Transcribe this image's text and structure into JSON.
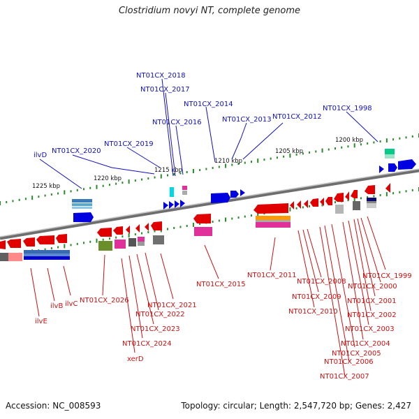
{
  "title": "Clostridium novyi NT, complete genome",
  "footer": {
    "accession": "Accession: NC_008593",
    "summary": "Topology: circular; Length: 2,547,720 bp; Genes: 2,427"
  },
  "colors": {
    "plus_label": "#1010c0",
    "minus_label": "#cc1010",
    "backbone": "#7a7a7a",
    "tick": "#2a8a2a"
  },
  "kbp_labels": [
    "1225 kbp",
    "1220 kbp",
    "1215 kbp",
    "1210 kbp",
    "1205 kbp",
    "1200 kbp"
  ],
  "plus_strand_labels": [
    "NT01CX_2018",
    "NT01CX_2017",
    "NT01CX_2014",
    "NT01CX_2016",
    "NT01CX_2013",
    "NT01CX_2012",
    "NT01CX_1998",
    "NT01CX_2019",
    "NT01CX_2020",
    "ilvD"
  ],
  "minus_strand_labels": [
    "NT01CX_2011",
    "NT01CX_1999",
    "NT01CX_2008",
    "NT01CX_2000",
    "NT01CX_2009",
    "NT01CX_2001",
    "NT01CX_2010",
    "NT01CX_2002",
    "NT01CX_2003",
    "NT01CX_2004",
    "NT01CX_2005",
    "NT01CX_2006",
    "NT01CX_2007",
    "NT01CX_2015",
    "NT01CX_2026",
    "NT01CX_2021",
    "NT01CX_2022",
    "NT01CX_2023",
    "NT01CX_2024",
    "xerD",
    "ilvB",
    "ilvC",
    "ilvE"
  ]
}
